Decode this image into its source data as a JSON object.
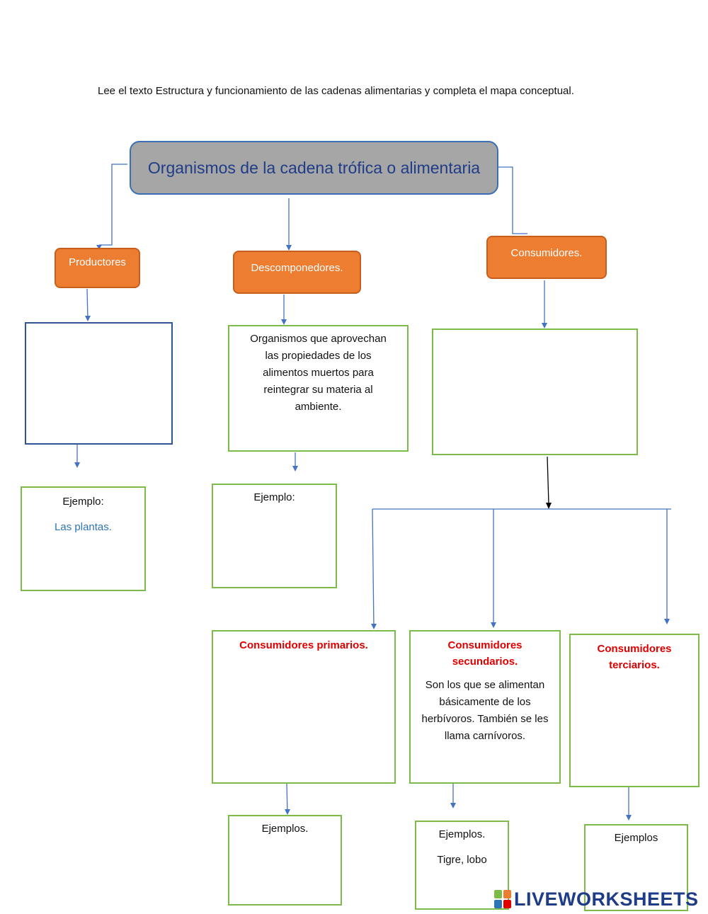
{
  "instructions": "Lee el texto Estructura y funcionamiento de las cadenas alimentarias y completa el mapa conceptual.",
  "title": "Organismos de la cadena trófica o alimentaria",
  "categories": {
    "productores": "Productores",
    "descomponedores": "Descomponedores.",
    "consumidores": "Consumidores."
  },
  "descomponedores_definition": "Organismos que aprovechan las propiedades de los alimentos muertos para reintegrar su materia al ambiente.",
  "examples": {
    "productores_label": "Ejemplo:",
    "productores_value": "Las plantas.",
    "descomponedores_label": "Ejemplo:",
    "primarios_label": "Ejemplos.",
    "secundarios_label": "Ejemplos.",
    "secundarios_value": "Tigre, lobo",
    "terciarios_label": "Ejemplos"
  },
  "consumer_types": {
    "primarios": "Consumidores primarios.",
    "secundarios": "Consumidores secundarios.",
    "secundarios_definition": "Son los que se alimentan básicamente de los herbívoros. También se les llama carnívoros.",
    "terciarios": "Consumidores terciarios."
  },
  "logo": {
    "text": "LIVEWORKSHEETS",
    "colors": [
      "#7dbb48",
      "#ed7d31",
      "#2e75b6",
      "#e00000"
    ]
  },
  "colors": {
    "connector": "#4472c4",
    "orange": "#ed7d31",
    "green_border": "#7dbb48",
    "title_fill": "#a6a6a6",
    "accent_red": "#e00000"
  }
}
